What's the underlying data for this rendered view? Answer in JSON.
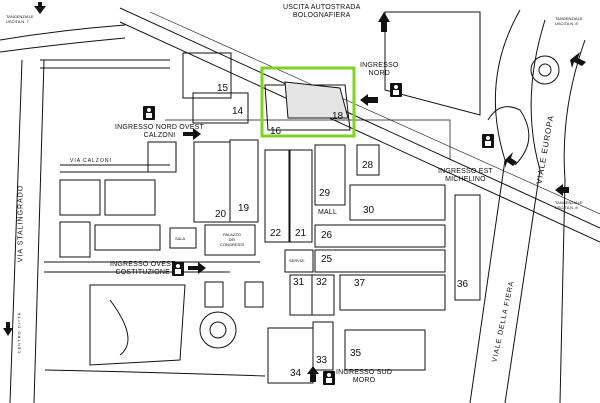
{
  "header": {
    "uscita_line1": "USCITA AUTOSTRADA",
    "uscita_line2": "BOLOGNAFIERA",
    "tang_left_1": "TANGENZIALE",
    "tang_left_2": "USCITA N. 7",
    "tang_right_1": "TANGENZIALE",
    "tang_right_2": "USCITA N. 8",
    "tang_bottom_1": "TANGENZIALE",
    "tang_bottom_2": "USCITA N. 8"
  },
  "entrances": {
    "nord": [
      "INGRESSO",
      "NORD"
    ],
    "nord_ovest": [
      "INGRESSO NORD OVEST",
      "CALZONI"
    ],
    "est": [
      "INGRESSO EST",
      "MICHELINO"
    ],
    "ovest": [
      "INGRESSO OVEST",
      "COSTITUZIONE"
    ],
    "sud": [
      "INGRESSO SUD",
      "MORO"
    ]
  },
  "streets": {
    "stalingrado": "VIA STALINGRADO",
    "viale_europa": "VIALE EUROPA",
    "viale_della_fiera": "VIALE DELLA FIERA",
    "via_calzoni": "VIA CALZONI",
    "centro": "CENTRO CITTÀ"
  },
  "pavilions": [
    "14",
    "15",
    "16",
    "18",
    "19",
    "20",
    "21",
    "22",
    "25",
    "26",
    "28",
    "29",
    "30",
    "31",
    "32",
    "33",
    "34",
    "35",
    "36",
    "37"
  ],
  "labels": {
    "mall": "MALL",
    "palazzo": [
      "PALAZZO",
      "DEI",
      "CONGRESSI"
    ],
    "sala": "SALA",
    "servizi": "SERVIZI"
  },
  "highlight": {
    "color": "#7ed321",
    "target": "18"
  }
}
